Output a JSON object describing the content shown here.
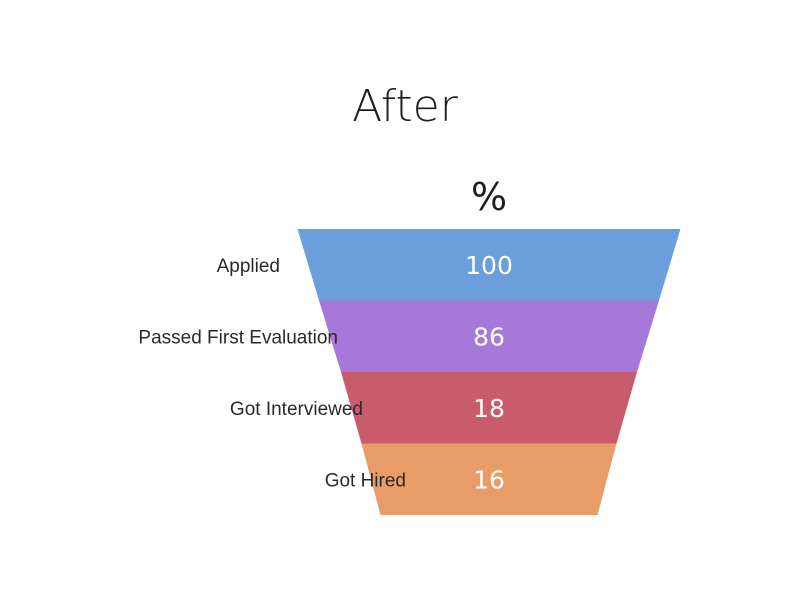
{
  "chart_data": {
    "type": "funnel",
    "title": "After",
    "unit_label": "%",
    "categories": [
      "Applied",
      "Passed First Evaluation",
      "Got Interviewed",
      "Got Hired"
    ],
    "values": [
      100,
      86,
      18,
      16
    ],
    "colors": [
      "#6a9fdc",
      "#a678d9",
      "#c85c6a",
      "#e89c67"
    ]
  }
}
